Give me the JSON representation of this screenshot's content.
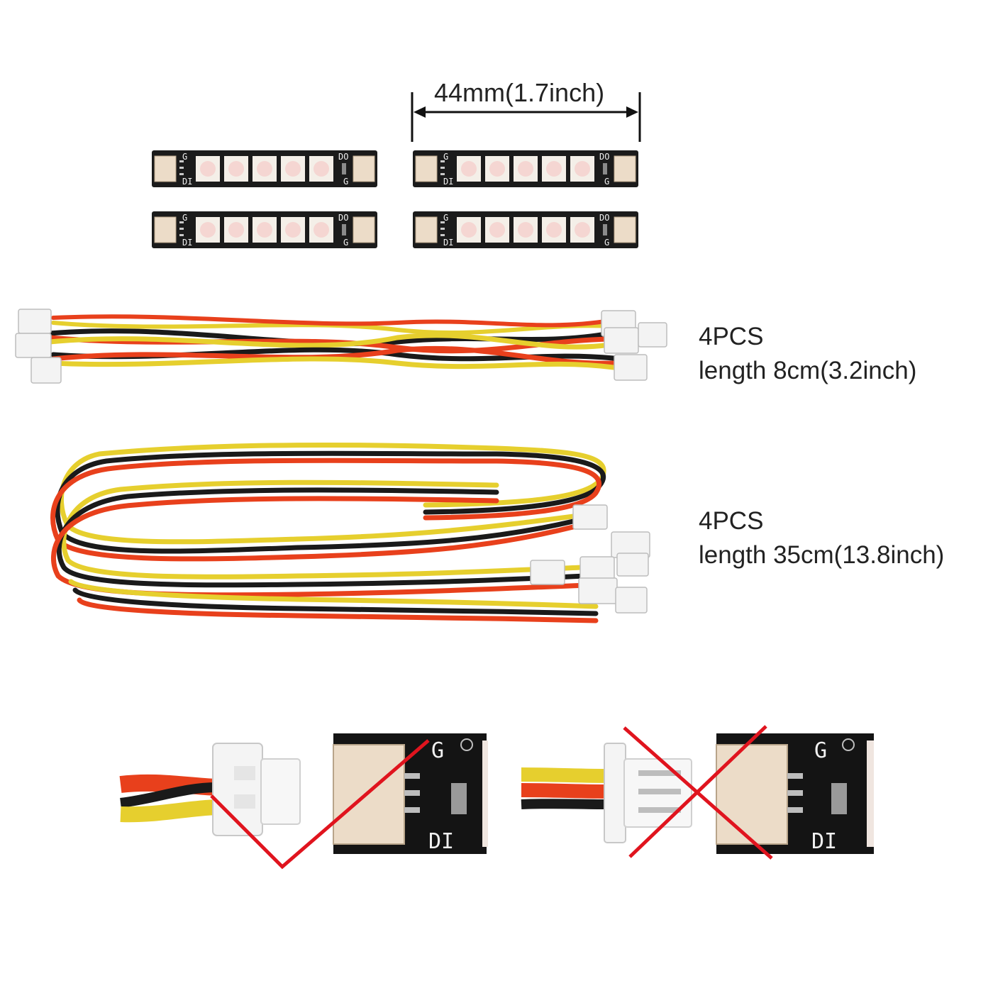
{
  "dimension": {
    "label": "44mm(1.7inch)"
  },
  "strip": {
    "pad_labels": {
      "ground": "G",
      "data_in": "DI",
      "data_out": "DO"
    },
    "led_count": 5,
    "strip_count": 4
  },
  "cables": [
    {
      "quantity": "4PCS",
      "length": "length 8cm(3.2inch)"
    },
    {
      "quantity": "4PCS",
      "length": "length 35cm(13.8inch)"
    }
  ],
  "connection_examples": {
    "pad_labels": {
      "top": "G",
      "bottom": "DI"
    },
    "correct_mark_icon": "check-mark-icon",
    "wrong_mark_icon": "cross-mark-icon"
  },
  "colors": {
    "pcb": "#1b1b1b",
    "pad": "#ecdcc8",
    "wire_red": "#e8401c",
    "wire_yellow": "#e6cf2e",
    "wire_black": "#1a1a1a",
    "connector": "#f3f3f3",
    "mark_red": "#e0141e"
  }
}
